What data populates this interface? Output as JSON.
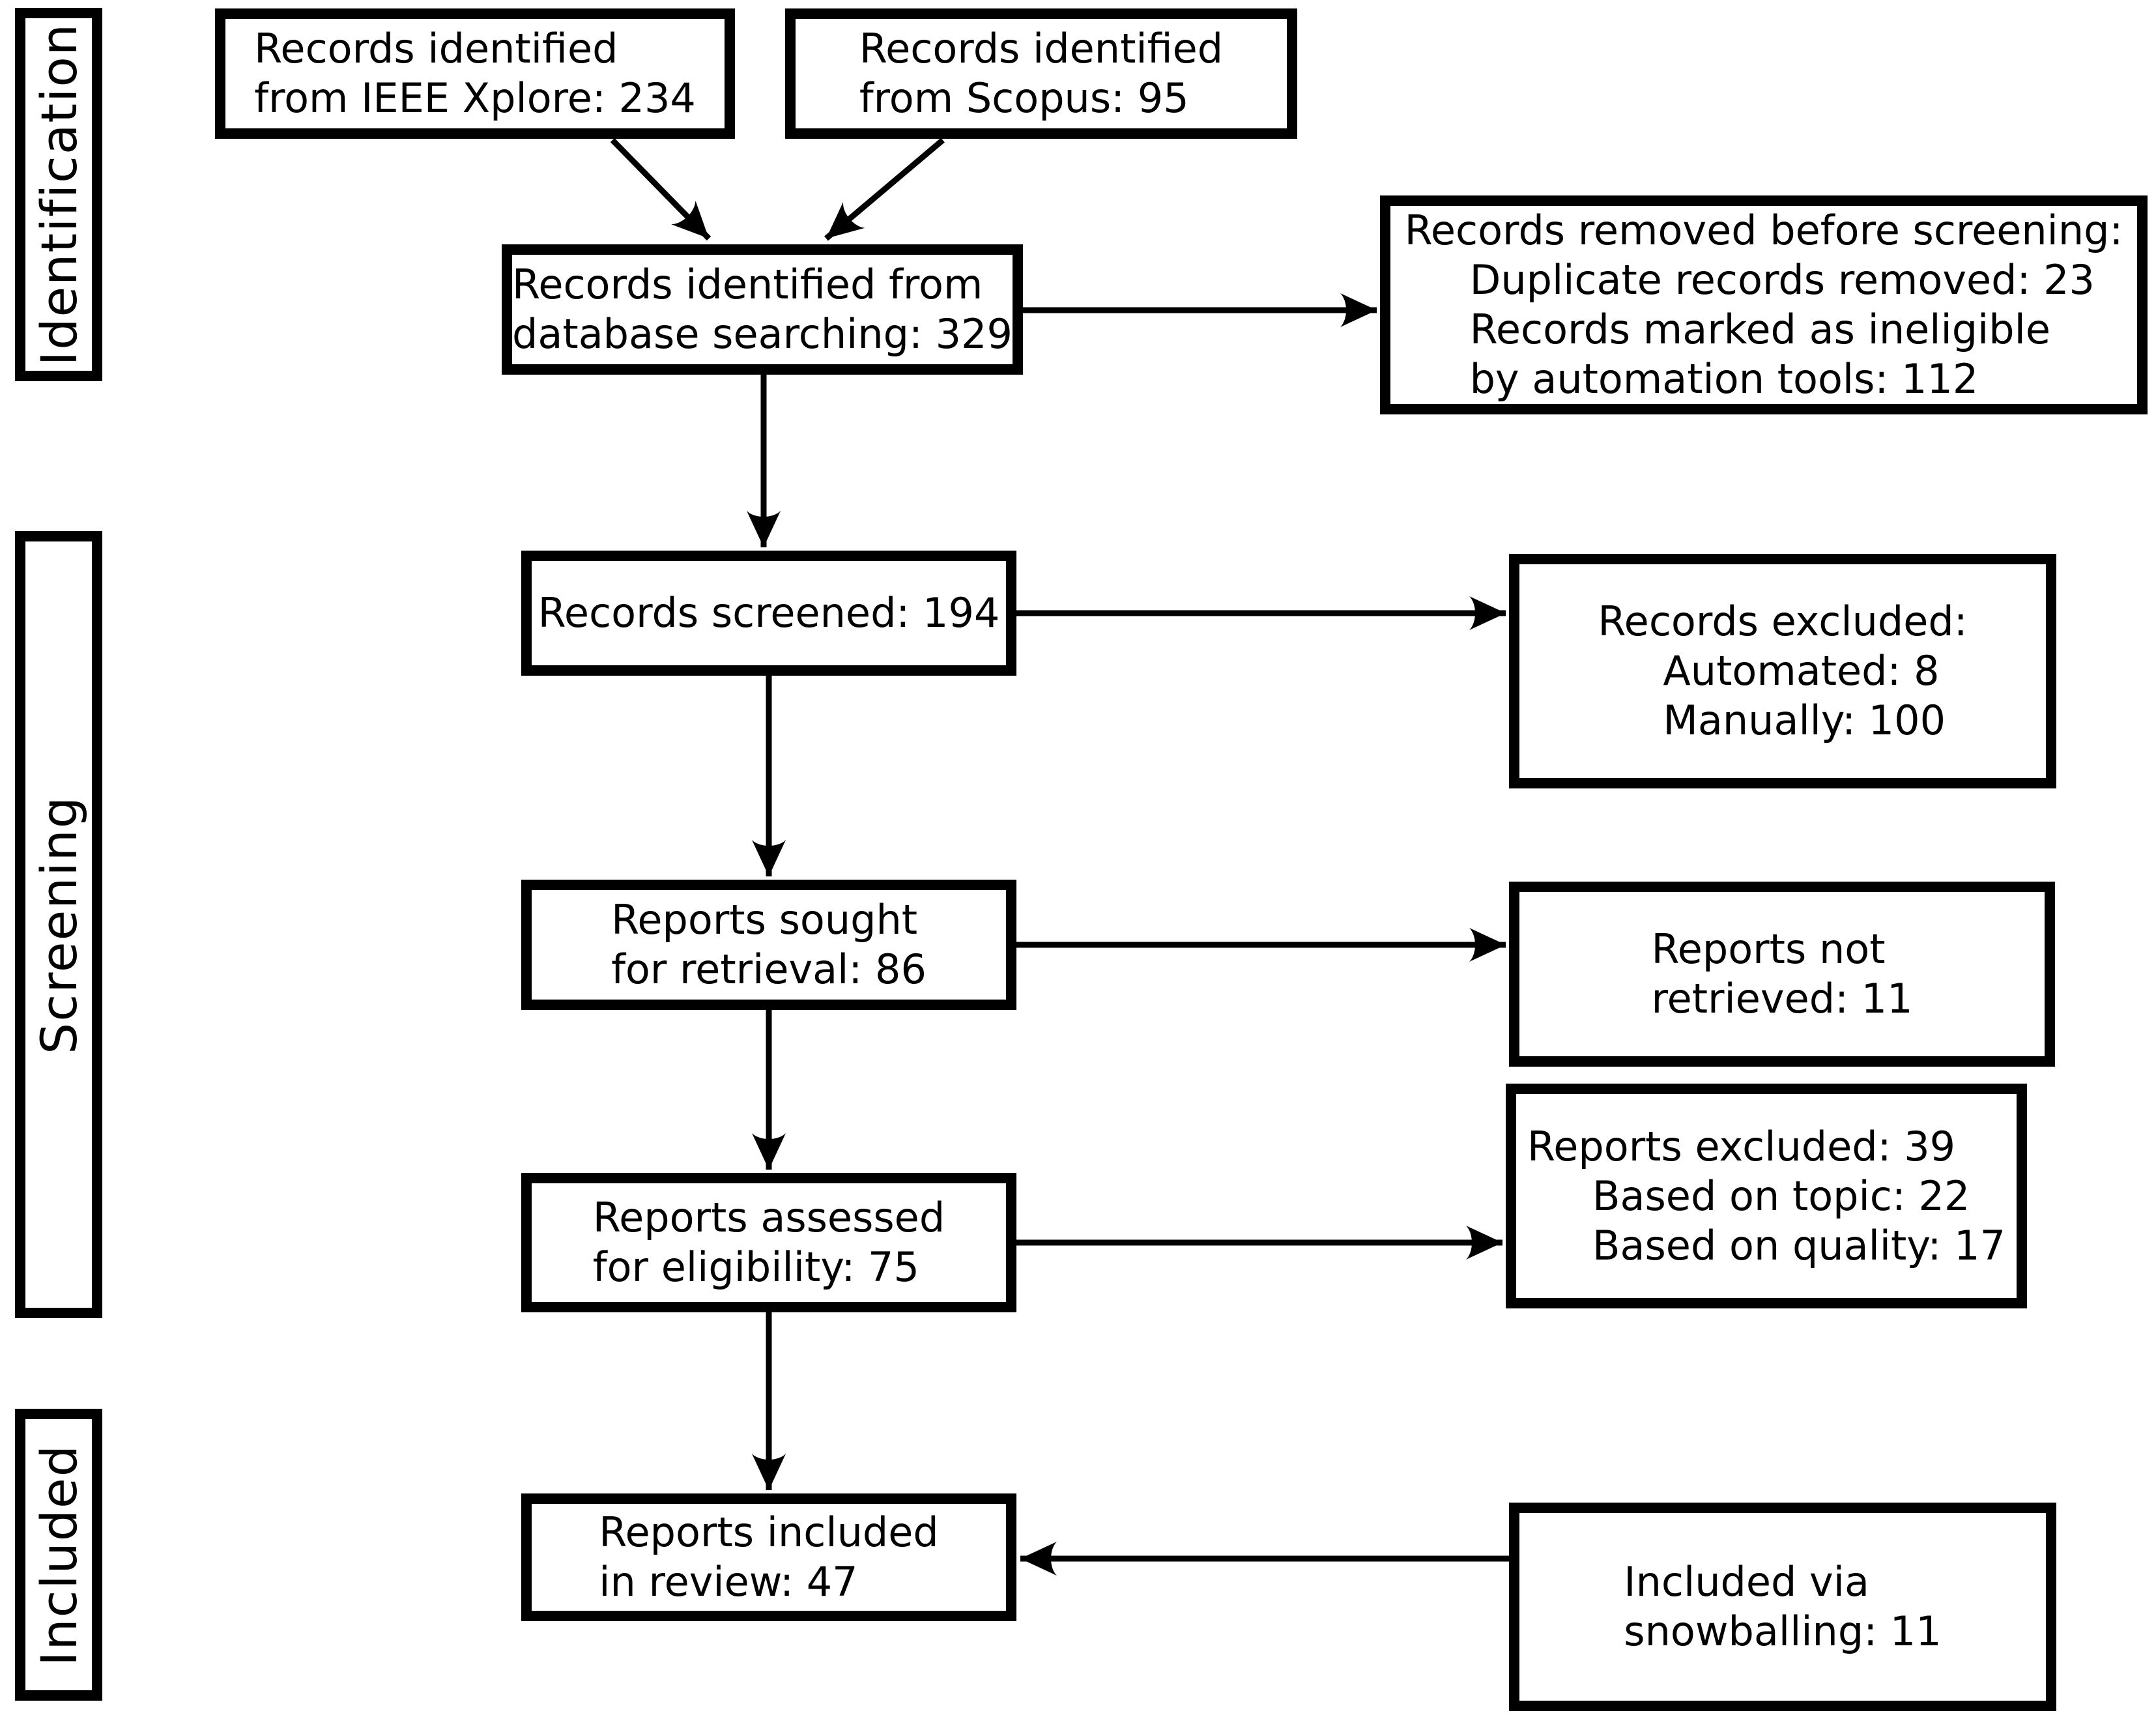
{
  "diagram": {
    "type": "prisma-flow",
    "colors": {
      "ink": "#000000",
      "paper": "#ffffff"
    }
  },
  "sidebar": {
    "identification": "Identification",
    "screening": "Screening",
    "included": "Included"
  },
  "boxes": {
    "ieee": {
      "line1": "Records identified",
      "line2": "from IEEE Xplore: 234"
    },
    "scopus": {
      "line1": "Records identified",
      "line2": "from Scopus: 95"
    },
    "database": {
      "line1": "Records identified from",
      "line2": "database searching: 329"
    },
    "removed": {
      "line1": "Records removed before screening:",
      "line2": "Duplicate records removed: 23",
      "line3": "Records marked as ineligible",
      "line4": "by automation tools: 112"
    },
    "screened": {
      "line1": "Records screened: 194"
    },
    "excluded": {
      "line1": "Records excluded:",
      "line2": "Automated: 8",
      "line3": "Manually: 100"
    },
    "sought": {
      "line1": "Reports sought",
      "line2": "for retrieval: 86"
    },
    "not_retrieved": {
      "line1": "Reports not",
      "line2": "retrieved: 11"
    },
    "assessed": {
      "line1": "Reports assessed",
      "line2": "for eligibility: 75"
    },
    "reports_excluded": {
      "line1": "Reports excluded: 39",
      "line2": "Based on topic: 22",
      "line3": "Based on quality: 17"
    },
    "included_review": {
      "line1": "Reports included",
      "line2": "in review: 47"
    },
    "snowballing": {
      "line1": "Included via",
      "line2": "snowballing: 11"
    }
  }
}
